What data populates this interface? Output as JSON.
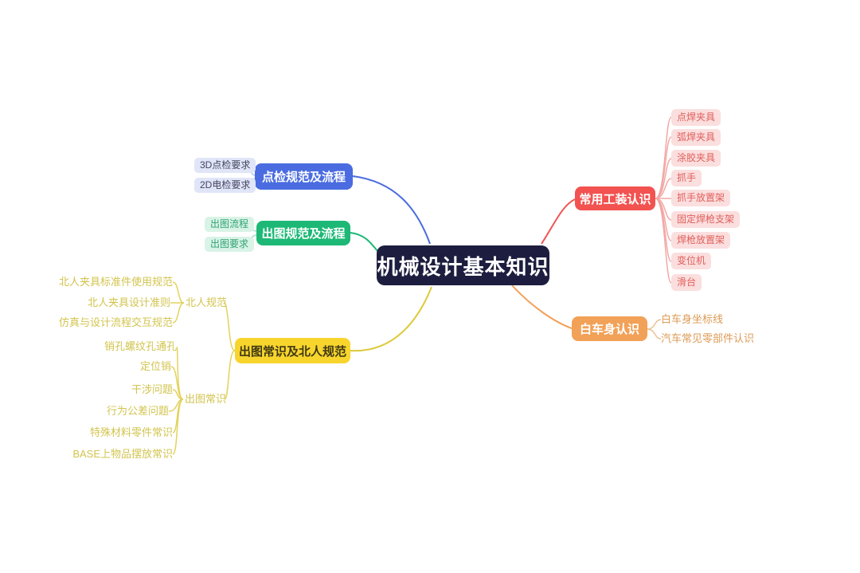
{
  "root": {
    "label": "机械设计基本知识"
  },
  "colors": {
    "root_bg": "#1d1d3f",
    "blue": "#4a6ce0",
    "blue_child_bg": "#e0e5f8",
    "green": "#1db876",
    "green_child_bg": "#d9f3e7",
    "yellow": "#f7d52d",
    "yellow_text": "#d2c44e",
    "red": "#f25250",
    "red_child_bg": "#fbdede",
    "red_child_text": "#e0605c",
    "orange": "#f2a158",
    "orange_text": "#dd9a55"
  },
  "branches": {
    "inspection": {
      "label": "点检规范及流程",
      "children": [
        "3D点检要求",
        "2D电检要求"
      ]
    },
    "drawing": {
      "label": "出图规范及流程",
      "children": [
        "出图流程",
        "出图要求"
      ]
    },
    "knowledge": {
      "label": "出图常识及北人规范",
      "groups": {
        "beiren": {
          "label": "北人规范",
          "children": [
            "北人夹具标准件使用规范",
            "北人夹具设计准则",
            "仿真与设计流程交互规范"
          ]
        },
        "changshi": {
          "label": "出图常识",
          "children": [
            "销孔螺纹孔通孔",
            "定位销",
            "干涉问题",
            "行为公差问题",
            "特殊材料零件常识",
            "BASE上物品摆放常识"
          ]
        }
      }
    },
    "tooling": {
      "label": "常用工装认识",
      "children": [
        "点焊夹具",
        "弧焊夹具",
        "涂胶夹具",
        "抓手",
        "抓手放置架",
        "固定焊枪支架",
        "焊枪放置架",
        "变位机",
        "滑台"
      ]
    },
    "biw": {
      "label": "白车身认识",
      "children": [
        "白车身坐标线",
        "汽车常见零部件认识"
      ]
    }
  }
}
